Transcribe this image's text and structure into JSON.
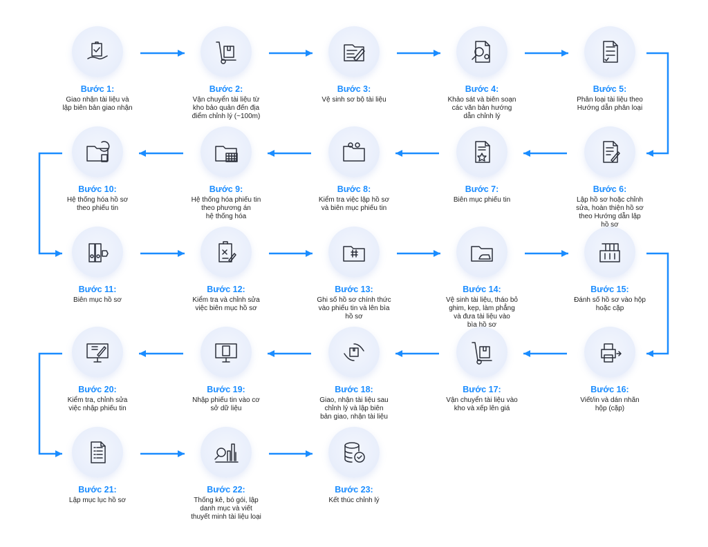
{
  "colors": {
    "accent": "#1a8cff",
    "text": "#222222"
  },
  "steps": [
    {
      "title": "Bước 1:",
      "desc": "Giao nhận tài liệu và\nlập biên bản giao nhận",
      "icon": "handover-clipboard-icon"
    },
    {
      "title": "Bước 2:",
      "desc": "Vận chuyển tài liệu từ\nkho bảo quản đến địa\nđiểm chỉnh lý (~100m)",
      "icon": "hand-truck-box-icon"
    },
    {
      "title": "Bước 3:",
      "desc": "Vệ sinh sơ bộ tài liệu",
      "icon": "folder-brush-icon"
    },
    {
      "title": "Bước 4:",
      "desc": "Khảo sát và biên soạn\ncác văn bản hướng\ndẫn chỉnh lý",
      "icon": "document-search-gear-icon"
    },
    {
      "title": "Bước 5:",
      "desc": "Phân loại tài liệu theo\nHướng dẫn phân loại",
      "icon": "abc-checklist-icon"
    },
    {
      "title": "Bước 6:",
      "desc": "Lập hồ sơ hoặc chỉnh\nsửa, hoàn thiện hồ sơ\ntheo Hướng dẫn lập\nhồ sơ",
      "icon": "document-pen-icon"
    },
    {
      "title": "Bước 7:",
      "desc": "Biên mục phiếu tin",
      "icon": "document-star-icon"
    },
    {
      "title": "Bước 8:",
      "desc": "Kiểm tra việc lập hồ sơ\nvà biên mục phiếu tin",
      "icon": "folder-eyes-icon"
    },
    {
      "title": "Bước 9:",
      "desc": "Hệ thống hóa phiếu tin\ntheo phương án\nhệ thống hóa",
      "icon": "folder-grid-icon"
    },
    {
      "title": "Bước 10:",
      "desc": "Hệ thống hóa hồ sơ\ntheo phiếu tin",
      "icon": "folder-refresh-icon"
    },
    {
      "title": "Bước 11:",
      "desc": "Biên mục hồ sơ",
      "icon": "binders-tag-icon"
    },
    {
      "title": "Bước 12:",
      "desc": "Kiểm tra và chỉnh sửa\nviệc biên mục hồ sơ",
      "icon": "clipboard-pen-icon"
    },
    {
      "title": "Bước 13:",
      "desc": "Ghi số hồ sơ chính thức\nvào phiếu tin và lên bìa\nhồ sơ",
      "icon": "folder-hash-icon"
    },
    {
      "title": "Bước 14:",
      "desc": "Vệ sinh tài liệu, tháo bỏ\nghim, kẹp, làm phẳng\nvà đưa tài liệu vào\nbìa hồ sơ",
      "icon": "folder-iron-icon"
    },
    {
      "title": "Bước 15:",
      "desc": "Đánh số hồ sơ vào hộp\nhoặc cặp",
      "icon": "numbered-box-icon"
    },
    {
      "title": "Bước 16:",
      "desc": "Viết/in và dán nhãn\nhộp (cặp)",
      "icon": "printer-icon"
    },
    {
      "title": "Bước 17:",
      "desc": "Vận chuyển tài liệu vào\nkho và xếp lên giá",
      "icon": "hand-truck-box-icon"
    },
    {
      "title": "Bước 18:",
      "desc": "Giao, nhận tài liệu sau\nchỉnh lý và lập biên\nbản giao, nhận tài liệu",
      "icon": "hands-box-icon"
    },
    {
      "title": "Bước 19:",
      "desc": "Nhập phiếu tin vào cơ\nsở dữ liệu",
      "icon": "monitor-document-icon"
    },
    {
      "title": "Bước 20:",
      "desc": "Kiểm tra, chỉnh sửa\nviệc nhập phiếu tin",
      "icon": "monitor-pen-icon"
    },
    {
      "title": "Bước 21:",
      "desc": "Lập mục lục hồ sơ",
      "icon": "list-document-icon"
    },
    {
      "title": "Bước 22:",
      "desc": "Thống kê, bó gói, lập\ndanh mục và viết\nthuyết minh tài liệu loại",
      "icon": "chart-magnifier-icon"
    },
    {
      "title": "Bước 23:",
      "desc": "Kết thúc chỉnh lý",
      "icon": "database-check-icon"
    }
  ]
}
